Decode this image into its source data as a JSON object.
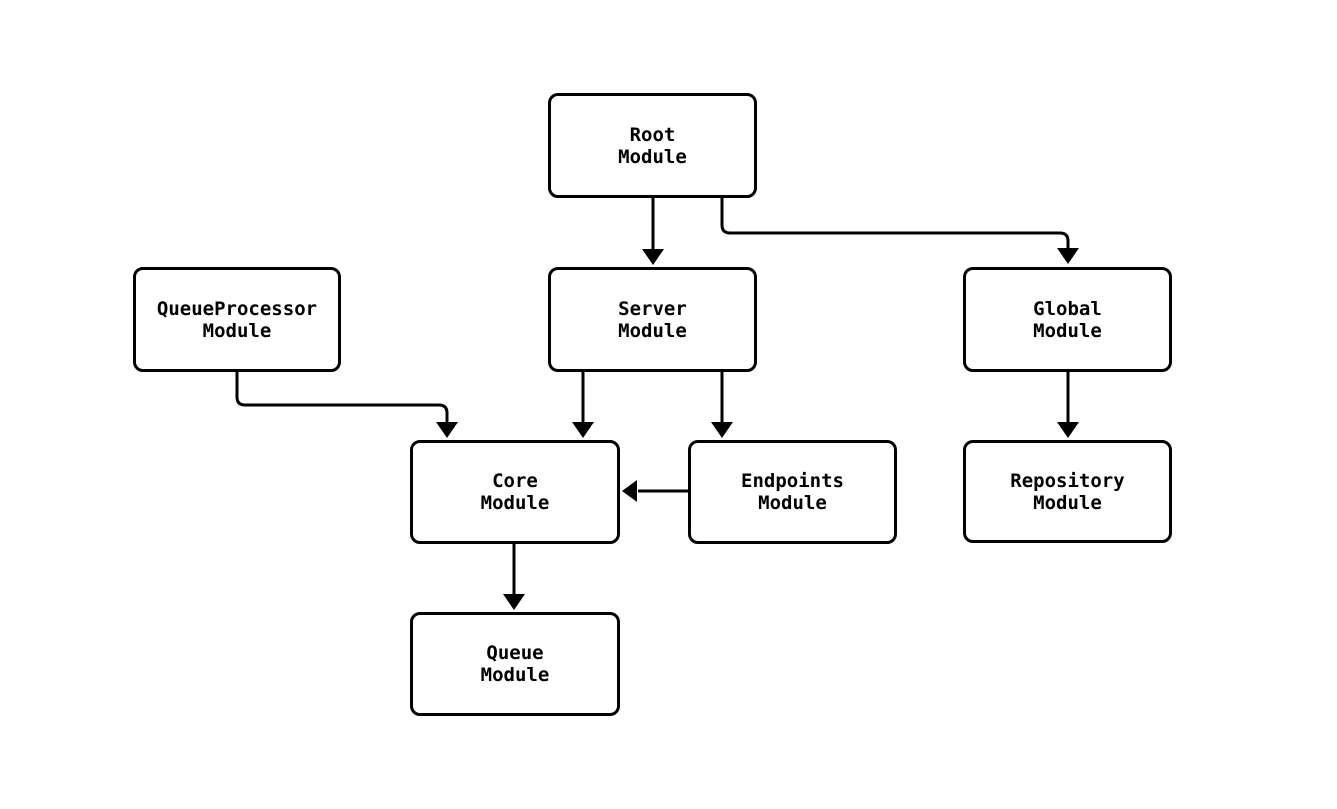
{
  "diagram": {
    "background_color": "#ffffff",
    "node_border_color": "#000000",
    "node_fill_color": "#ffffff",
    "edge_color": "#000000",
    "nodes": [
      {
        "id": "root",
        "line1": "Root",
        "line2": "Module"
      },
      {
        "id": "queueprocessor",
        "line1": "QueueProcessor",
        "line2": "Module"
      },
      {
        "id": "server",
        "line1": "Server",
        "line2": "Module"
      },
      {
        "id": "global",
        "line1": "Global",
        "line2": "Module"
      },
      {
        "id": "core",
        "line1": "Core",
        "line2": "Module"
      },
      {
        "id": "endpoints",
        "line1": "Endpoints",
        "line2": "Module"
      },
      {
        "id": "repository",
        "line1": "Repository",
        "line2": "Module"
      },
      {
        "id": "queue",
        "line1": "Queue",
        "line2": "Module"
      }
    ],
    "edges": [
      {
        "from": "Root Module",
        "to": "Server Module"
      },
      {
        "from": "Root Module",
        "to": "Global Module"
      },
      {
        "from": "QueueProcessor Module",
        "to": "Core Module"
      },
      {
        "from": "Server Module",
        "to": "Core Module"
      },
      {
        "from": "Server Module",
        "to": "Endpoints Module"
      },
      {
        "from": "Endpoints Module",
        "to": "Core Module"
      },
      {
        "from": "Global Module",
        "to": "Repository Module"
      },
      {
        "from": "Core Module",
        "to": "Queue Module"
      }
    ]
  }
}
